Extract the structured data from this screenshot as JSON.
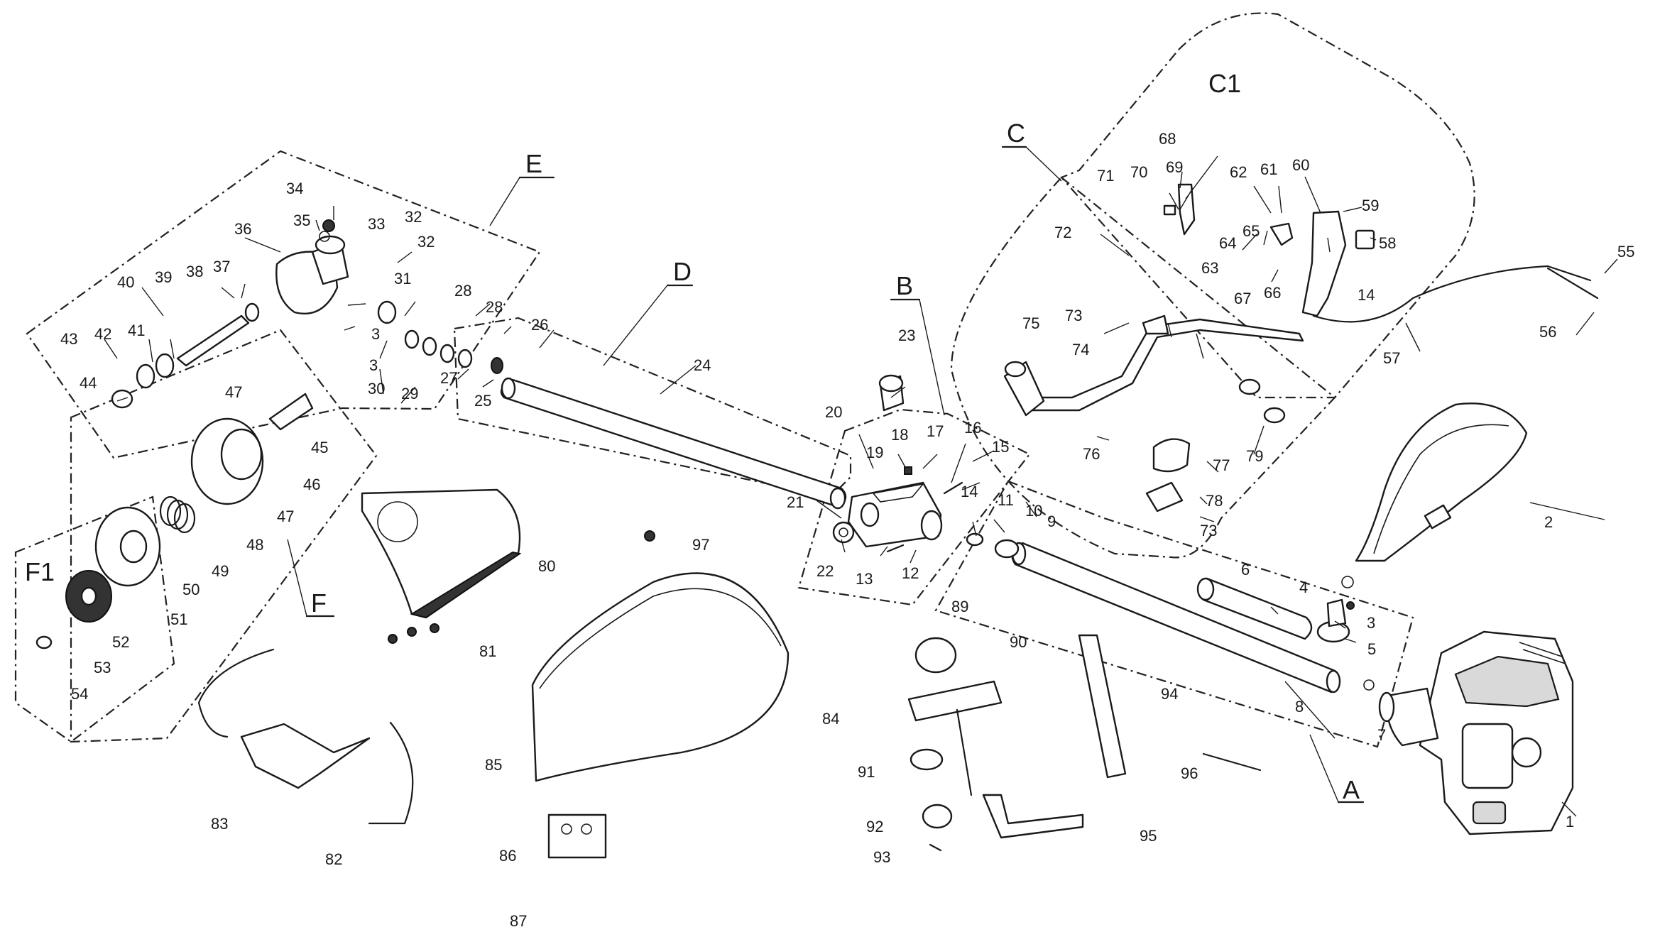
{
  "sections": [
    {
      "id": "sec-A",
      "text": "A"
    },
    {
      "id": "sec-B",
      "text": "B"
    },
    {
      "id": "sec-C",
      "text": "C"
    },
    {
      "id": "sec-C1",
      "text": "C1"
    },
    {
      "id": "sec-D",
      "text": "D"
    },
    {
      "id": "sec-E",
      "text": "E"
    },
    {
      "id": "sec-F",
      "text": "F"
    },
    {
      "id": "sec-F1",
      "text": "F1"
    }
  ],
  "parts": [
    {
      "id": "p1",
      "text": "1"
    },
    {
      "id": "p2",
      "text": "2"
    },
    {
      "id": "p3a",
      "text": "3"
    },
    {
      "id": "p4",
      "text": "4"
    },
    {
      "id": "p5",
      "text": "5"
    },
    {
      "id": "p6",
      "text": "6"
    },
    {
      "id": "p7",
      "text": "7"
    },
    {
      "id": "p8",
      "text": "8"
    },
    {
      "id": "p9",
      "text": "9"
    },
    {
      "id": "p10",
      "text": "10"
    },
    {
      "id": "p11",
      "text": "11"
    },
    {
      "id": "p12",
      "text": "12"
    },
    {
      "id": "p13",
      "text": "13"
    },
    {
      "id": "p14a",
      "text": "14"
    },
    {
      "id": "p14b",
      "text": "14"
    },
    {
      "id": "p15",
      "text": "15"
    },
    {
      "id": "p16",
      "text": "16"
    },
    {
      "id": "p17",
      "text": "17"
    },
    {
      "id": "p18",
      "text": "18"
    },
    {
      "id": "p19",
      "text": "19"
    },
    {
      "id": "p20",
      "text": "20"
    },
    {
      "id": "p21",
      "text": "21"
    },
    {
      "id": "p22",
      "text": "22"
    },
    {
      "id": "p23",
      "text": "23"
    },
    {
      "id": "p24",
      "text": "24"
    },
    {
      "id": "p25",
      "text": "25"
    },
    {
      "id": "p26",
      "text": "26"
    },
    {
      "id": "p27",
      "text": "27"
    },
    {
      "id": "p28a",
      "text": "28"
    },
    {
      "id": "p28b",
      "text": "28"
    },
    {
      "id": "p29",
      "text": "29"
    },
    {
      "id": "p30",
      "text": "30"
    },
    {
      "id": "p31",
      "text": "31"
    },
    {
      "id": "p32a",
      "text": "32"
    },
    {
      "id": "p32b",
      "text": "32"
    },
    {
      "id": "p33",
      "text": "33"
    },
    {
      "id": "p3b",
      "text": "3"
    },
    {
      "id": "p3c",
      "text": "3"
    },
    {
      "id": "p34",
      "text": "34"
    },
    {
      "id": "p35",
      "text": "35"
    },
    {
      "id": "p36",
      "text": "36"
    },
    {
      "id": "p37",
      "text": "37"
    },
    {
      "id": "p38",
      "text": "38"
    },
    {
      "id": "p39",
      "text": "39"
    },
    {
      "id": "p40",
      "text": "40"
    },
    {
      "id": "p41",
      "text": "41"
    },
    {
      "id": "p42",
      "text": "42"
    },
    {
      "id": "p43",
      "text": "43"
    },
    {
      "id": "p44",
      "text": "44"
    },
    {
      "id": "p45",
      "text": "45"
    },
    {
      "id": "p46",
      "text": "46"
    },
    {
      "id": "p47a",
      "text": "47"
    },
    {
      "id": "p47b",
      "text": "47"
    },
    {
      "id": "p48",
      "text": "48"
    },
    {
      "id": "p49",
      "text": "49"
    },
    {
      "id": "p50",
      "text": "50"
    },
    {
      "id": "p51",
      "text": "51"
    },
    {
      "id": "p52",
      "text": "52"
    },
    {
      "id": "p53",
      "text": "53"
    },
    {
      "id": "p54",
      "text": "54"
    },
    {
      "id": "p55",
      "text": "55"
    },
    {
      "id": "p56",
      "text": "56"
    },
    {
      "id": "p57",
      "text": "57"
    },
    {
      "id": "p58",
      "text": "58"
    },
    {
      "id": "p59",
      "text": "59"
    },
    {
      "id": "p60",
      "text": "60"
    },
    {
      "id": "p61",
      "text": "61"
    },
    {
      "id": "p62",
      "text": "62"
    },
    {
      "id": "p63",
      "text": "63"
    },
    {
      "id": "p64",
      "text": "64"
    },
    {
      "id": "p65",
      "text": "65"
    },
    {
      "id": "p66",
      "text": "66"
    },
    {
      "id": "p67",
      "text": "67"
    },
    {
      "id": "p68",
      "text": "68"
    },
    {
      "id": "p69",
      "text": "69"
    },
    {
      "id": "p70",
      "text": "70"
    },
    {
      "id": "p71",
      "text": "71"
    },
    {
      "id": "p72",
      "text": "72"
    },
    {
      "id": "p73a",
      "text": "73"
    },
    {
      "id": "p73b",
      "text": "73"
    },
    {
      "id": "p74",
      "text": "74"
    },
    {
      "id": "p75",
      "text": "75"
    },
    {
      "id": "p76",
      "text": "76"
    },
    {
      "id": "p77",
      "text": "77"
    },
    {
      "id": "p78",
      "text": "78"
    },
    {
      "id": "p79",
      "text": "79"
    },
    {
      "id": "p80",
      "text": "80"
    },
    {
      "id": "p81",
      "text": "81"
    },
    {
      "id": "p82",
      "text": "82"
    },
    {
      "id": "p83",
      "text": "83"
    },
    {
      "id": "p84",
      "text": "84"
    },
    {
      "id": "p85",
      "text": "85"
    },
    {
      "id": "p86",
      "text": "86"
    },
    {
      "id": "p87",
      "text": "87"
    },
    {
      "id": "p89",
      "text": "89"
    },
    {
      "id": "p90",
      "text": "90"
    },
    {
      "id": "p91",
      "text": "91"
    },
    {
      "id": "p92",
      "text": "92"
    },
    {
      "id": "p93",
      "text": "93"
    },
    {
      "id": "p94",
      "text": "94"
    },
    {
      "id": "p95",
      "text": "95"
    },
    {
      "id": "p96",
      "text": "96"
    },
    {
      "id": "p97",
      "text": "97"
    }
  ]
}
